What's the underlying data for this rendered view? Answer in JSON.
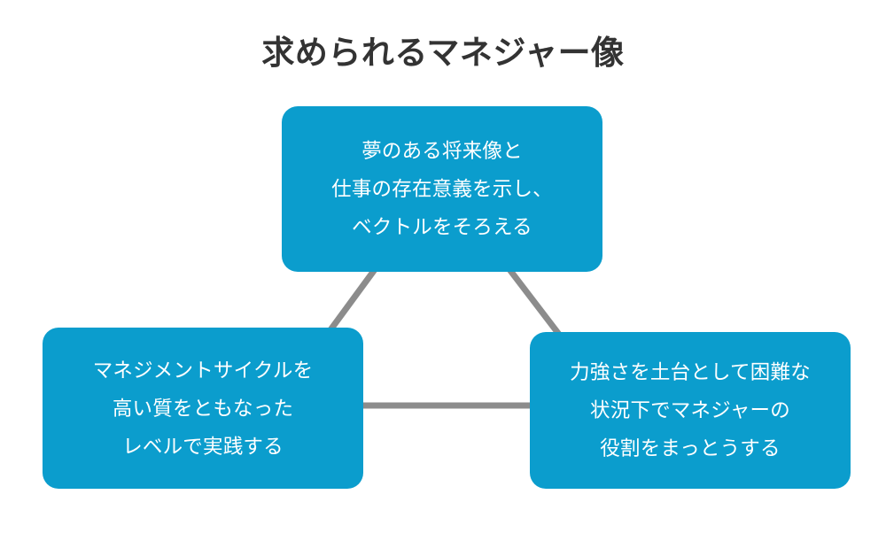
{
  "diagram": {
    "type": "triangle-relationship",
    "title": "求められるマネジャー像",
    "background_color": "#ffffff",
    "title_color": "#333333",
    "node_fill_color": "#0b9dcd",
    "node_text_color": "#ffffff",
    "connector_color": "#8c8c8c",
    "nodes": [
      {
        "id": "vision",
        "position": "top",
        "lines": [
          "夢のある将来像と",
          "仕事の存在意義を示し、",
          "ベクトルをそろえる"
        ]
      },
      {
        "id": "cycle",
        "position": "bottom-left",
        "lines": [
          "マネジメントサイクルを",
          "高い質をともなった",
          "レベルで実践する"
        ]
      },
      {
        "id": "role",
        "position": "bottom-right",
        "lines": [
          "力強さを土台として困難な",
          "状況下でマネジャーの",
          "役割をまっとうする"
        ]
      }
    ],
    "connectors": [
      {
        "id": "vision-to-cycle",
        "from": "vision",
        "to": "cycle",
        "style": "diagonal"
      },
      {
        "id": "vision-to-role",
        "from": "vision",
        "to": "role",
        "style": "diagonal"
      },
      {
        "id": "cycle-to-role",
        "from": "cycle",
        "to": "role",
        "style": "horizontal"
      }
    ]
  }
}
